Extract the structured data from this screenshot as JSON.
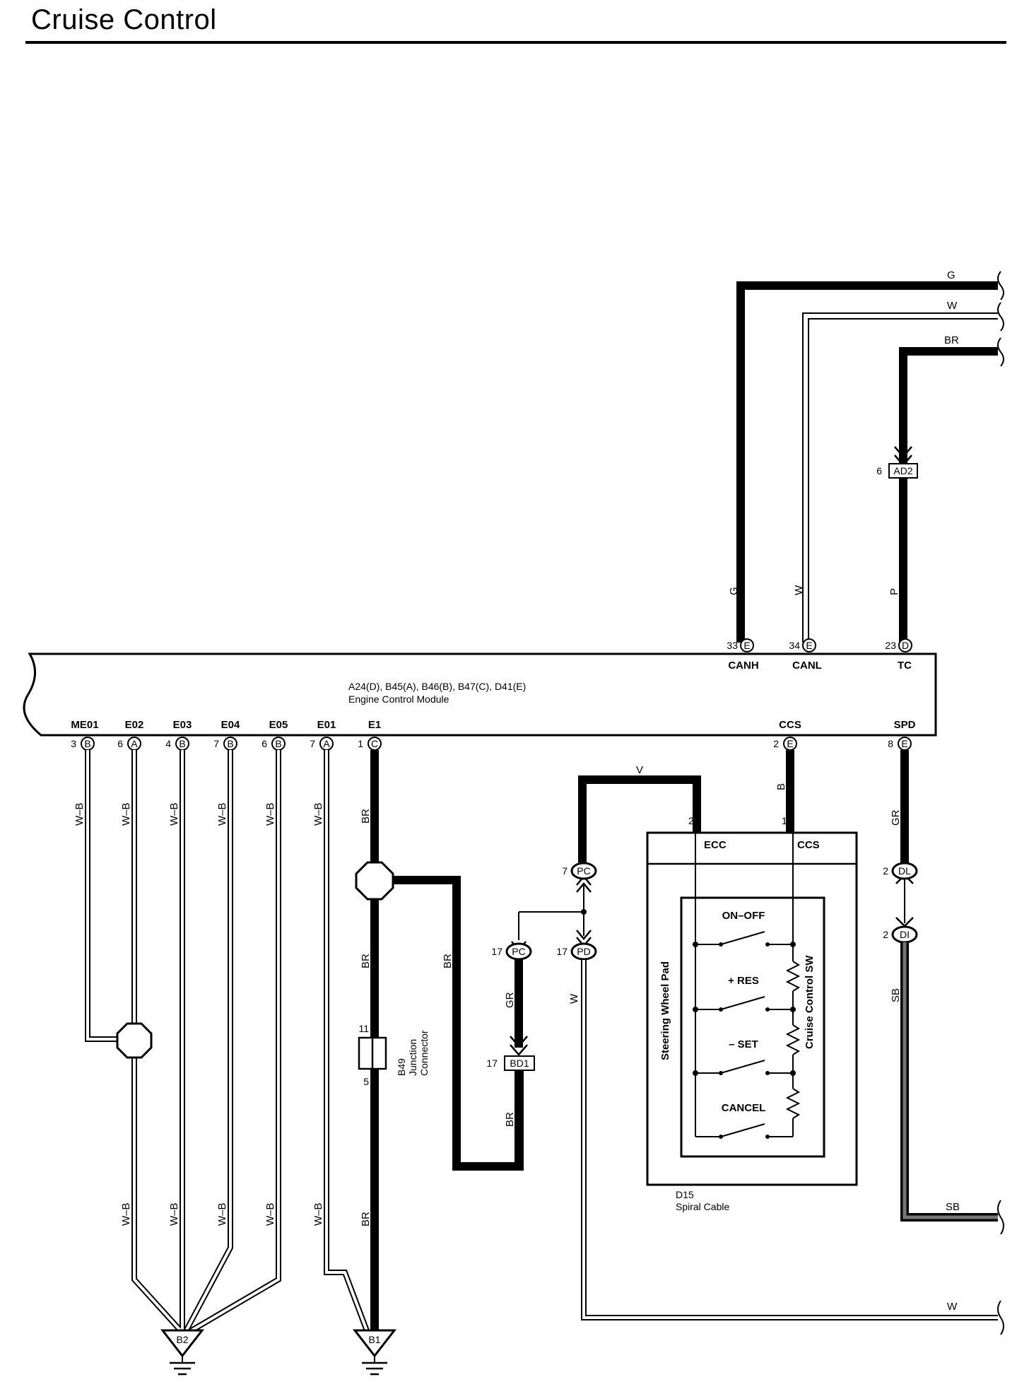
{
  "title": "Cruise Control",
  "ecm": {
    "connectors": "A24(D), B45(A), B46(B), B47(C), D41(E)",
    "name": "Engine Control Module",
    "top_pins": [
      {
        "num": "33",
        "conn": "E",
        "name": "CANH",
        "wire": "G"
      },
      {
        "num": "34",
        "conn": "E",
        "name": "CANL",
        "wire": "W"
      },
      {
        "num": "23",
        "conn": "D",
        "name": "TC",
        "wire": "P"
      }
    ],
    "bottom_pins": [
      {
        "num": "3",
        "conn": "B",
        "name": "ME01",
        "wire": "W–B"
      },
      {
        "num": "6",
        "conn": "A",
        "name": "E02",
        "wire": "W–B"
      },
      {
        "num": "4",
        "conn": "B",
        "name": "E03",
        "wire": "W–B"
      },
      {
        "num": "7",
        "conn": "B",
        "name": "E04",
        "wire": "W–B"
      },
      {
        "num": "6",
        "conn": "B",
        "name": "E05",
        "wire": "W–B"
      },
      {
        "num": "7",
        "conn": "A",
        "name": "E01",
        "wire": "W–B"
      },
      {
        "num": "1",
        "conn": "C",
        "name": "E1",
        "wire": "BR"
      },
      {
        "num": "2",
        "conn": "E",
        "name": "CCS",
        "wire": "B"
      },
      {
        "num": "8",
        "conn": "E",
        "name": "SPD",
        "wire": "GR"
      }
    ]
  },
  "right_wires": {
    "g": "G",
    "w": "W",
    "br": "BR",
    "sb": "SB",
    "w2": "W"
  },
  "ad2": {
    "pin": "6",
    "name": "AD2"
  },
  "wire_labels": {
    "wb_lower": "W–B",
    "br_a": "BR",
    "br_b": "BR",
    "br_c": "BR",
    "br_d": "BR",
    "gr": "GR",
    "br_e": "BR",
    "w_pd": "W",
    "v": "V",
    "sb": "SB"
  },
  "junction": {
    "id": "B49",
    "line1": "Junction",
    "line2": "Connector",
    "pin_top": "11",
    "pin_bottom": "5"
  },
  "connectors": {
    "pc_top": {
      "pin": "7",
      "name": "PC"
    },
    "pc": {
      "pin": "17",
      "name": "PC"
    },
    "pd": {
      "pin": "17",
      "name": "PD"
    },
    "bd1": {
      "pin": "17",
      "name": "BD1"
    },
    "dl": {
      "pin": "2",
      "name": "DL"
    },
    "di": {
      "pin": "2",
      "name": "DI"
    }
  },
  "spiral": {
    "id": "D15",
    "name": "Spiral Cable",
    "ecc": "ECC",
    "ccs": "CCS",
    "pin_ecc": "2",
    "pin_ccs": "1",
    "pad": "Steering Wheel Pad",
    "sw": "Cruise Control SW",
    "switches": [
      "ON–OFF",
      "+ RES",
      "– SET",
      "CANCEL"
    ]
  },
  "grounds": [
    "B2",
    "B1"
  ]
}
